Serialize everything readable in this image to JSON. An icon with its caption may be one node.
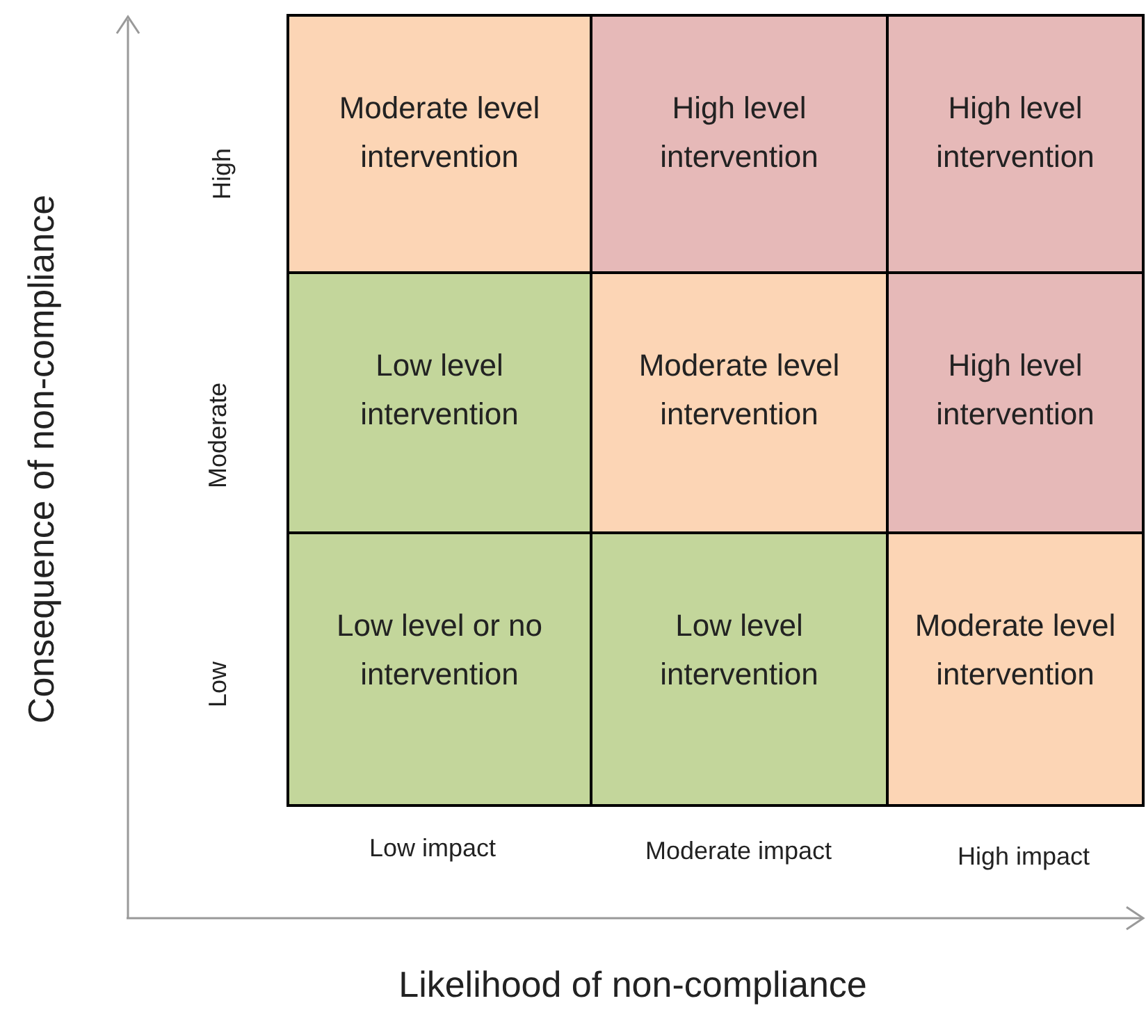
{
  "diagram": {
    "nodes": [
      {
        "text": [
          "Moderate level intervention"
        ]
      },
      {
        "text": [
          "High level intervention"
        ]
      },
      {
        "text": [
          "High level intervention"
        ]
      },
      {
        "text": [
          "Low level intervention"
        ]
      },
      {
        "text": [
          "Moderate level intervention"
        ]
      },
      {
        "text": [
          "High level intervention"
        ]
      },
      {
        "text": [
          "Low level or no intervention"
        ]
      },
      {
        "text": [
          "Low level intervention"
        ]
      },
      {
        "text": [
          "Moderate level intervention"
        ]
      }
    ],
    "edges": [],
    "labels": [
      "Consequence of non-compliance",
      "High",
      "Moderate",
      "Low",
      "Low impact",
      "Moderate impact",
      "High impact",
      "Likelihood of non-compliance"
    ]
  }
}
